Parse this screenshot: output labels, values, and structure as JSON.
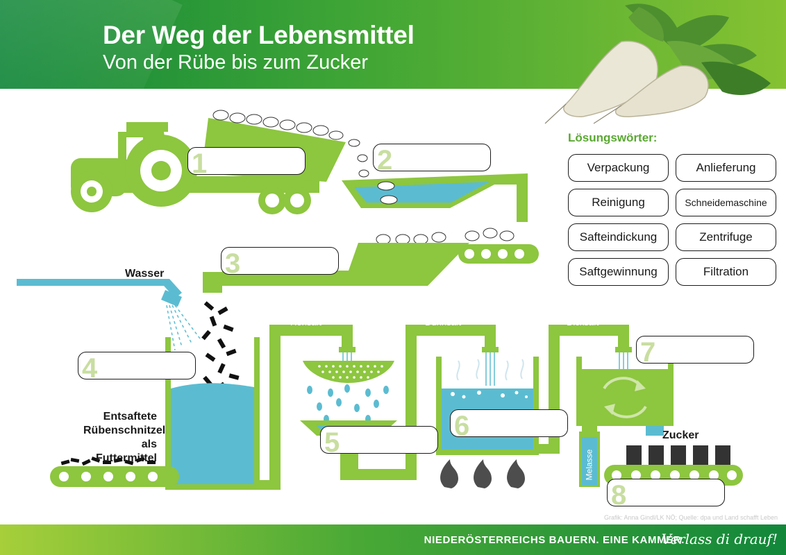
{
  "header": {
    "title": "Der Weg der Lebensmittel",
    "subtitle": "Von der Rübe bis zum Zucker"
  },
  "labels": {
    "wasser": "Wasser",
    "entsaftete_line1": "Entsaftete",
    "entsaftete_line2": "Rübenschnitzel",
    "entsaftete_line3": "als Futtermittel",
    "rohsaft": "Rohsaft",
    "duennsaft": "Dünnsaft",
    "dicksaft": "Dicksaft",
    "zucker": "Zucker",
    "melasse": "Melasse"
  },
  "steps": [
    {
      "number": "1"
    },
    {
      "number": "2"
    },
    {
      "number": "3"
    },
    {
      "number": "4"
    },
    {
      "number": "5"
    },
    {
      "number": "6"
    },
    {
      "number": "7"
    },
    {
      "number": "8"
    }
  ],
  "legend": {
    "title": "Lösungswörter:",
    "words": [
      "Verpackung",
      "Anlieferung",
      "Reinigung",
      "Schneidemaschine",
      "Safteindickung",
      "Zentrifuge",
      "Saftgewinnung",
      "Filtration"
    ]
  },
  "footer": {
    "text": "NIEDERÖSTERREICHS BAUERN. EINE KAMMER.",
    "slogan": "Verlass di drauf!",
    "credit": "Grafik: Anna Gindl/LK NÖ; Quelle: dpa und Land schafft Leben"
  },
  "colors": {
    "green": "#8dc63f",
    "dark_green": "#12873a",
    "water": "#5bbcd1",
    "step_number": "#c8dea0"
  }
}
